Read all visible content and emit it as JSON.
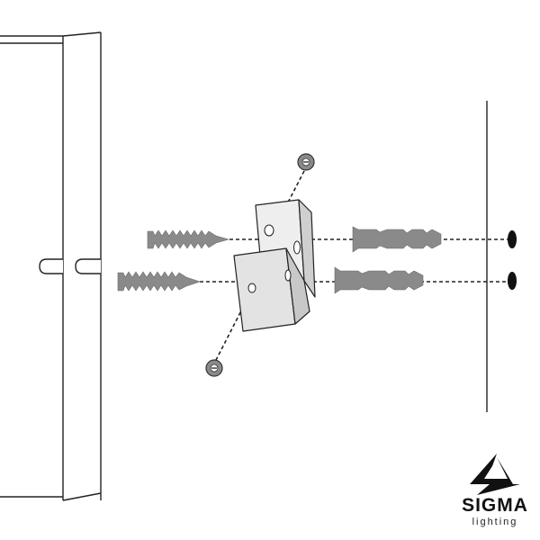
{
  "diagram": {
    "parts": [
      "mounting-profile",
      "l-bracket",
      "upper-wood-screw",
      "lower-wood-screw",
      "upper-wall-plug",
      "lower-wall-plug",
      "upper-grub-screw",
      "lower-grub-screw",
      "wall",
      "upper-drill-hole",
      "lower-drill-hole"
    ],
    "colors": {
      "line": "#222222",
      "part_fill": "#8a8a8a",
      "bracket_fill": "#e6e6e6",
      "hole_fill": "#111111"
    }
  },
  "brand": {
    "name": "SIGMA",
    "tagline": "lighting",
    "icon": "lamp-logo-icon"
  }
}
